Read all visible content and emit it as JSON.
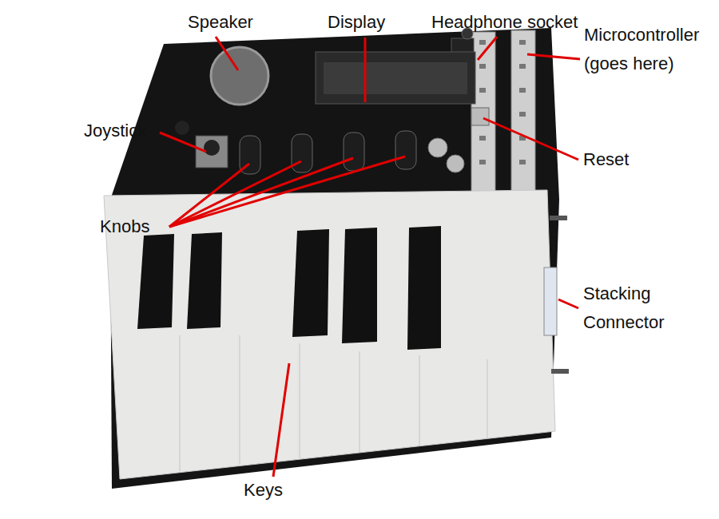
{
  "diagram": {
    "labels": [
      "Speaker",
      "Display",
      "Headphone socket",
      "Microcontroller (goes here)",
      "Joystick",
      "Knobs",
      "Reset",
      "Stacking Connector",
      "Keys"
    ]
  }
}
